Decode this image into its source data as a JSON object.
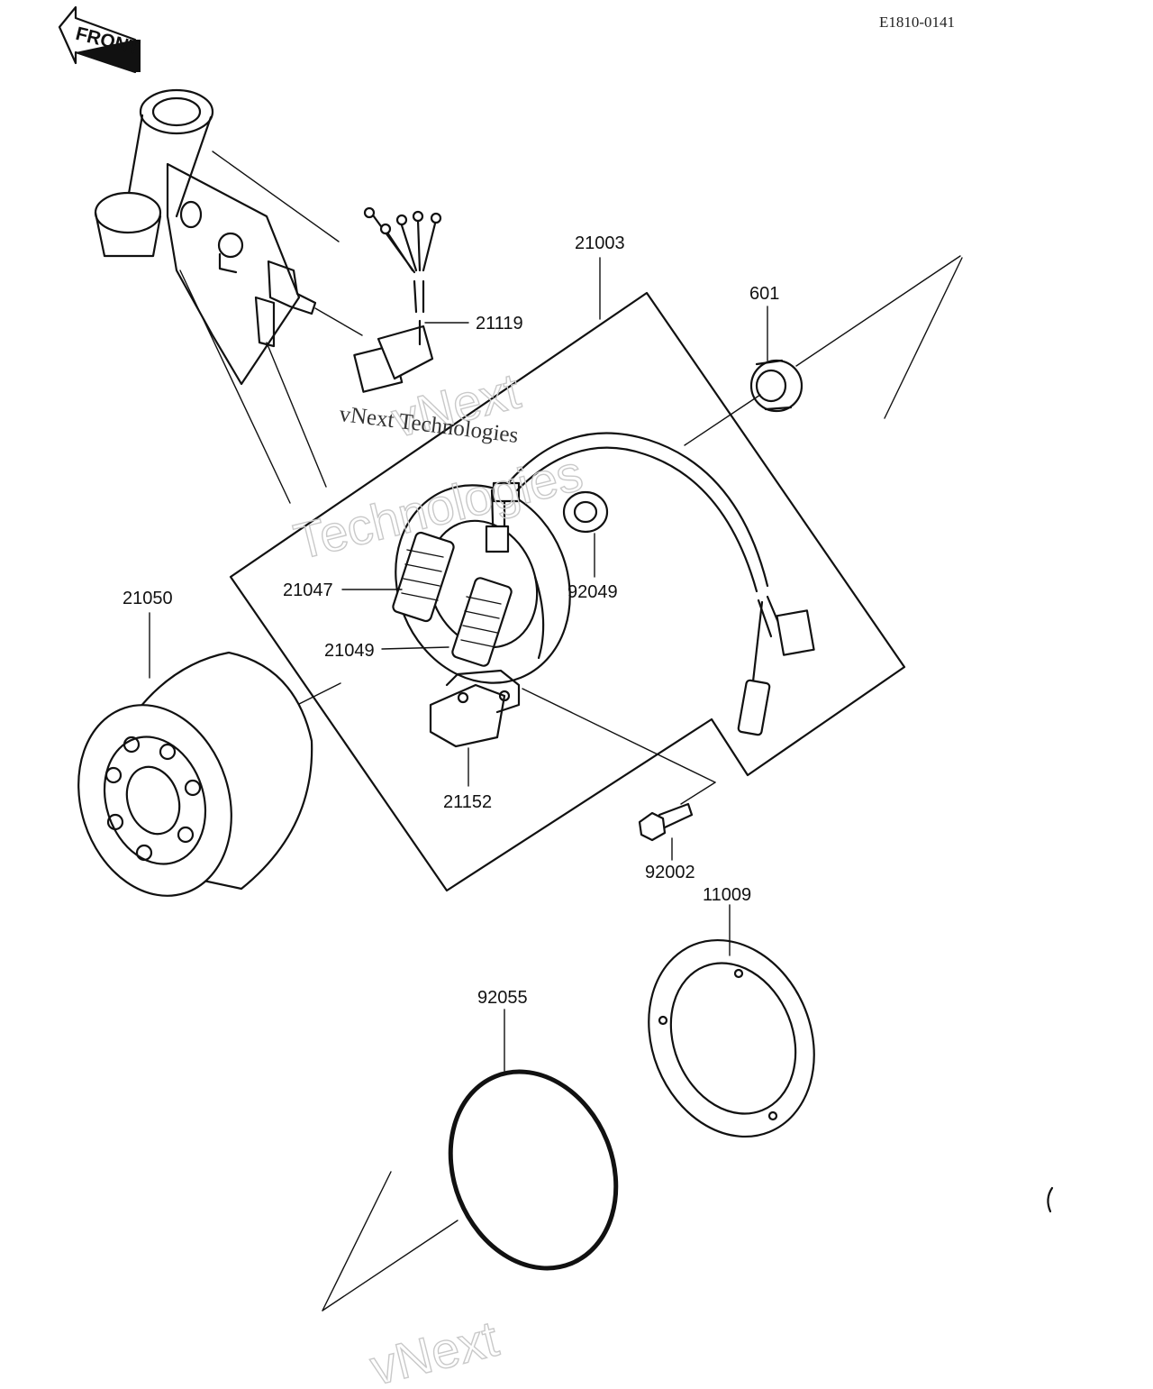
{
  "diagram": {
    "ref_code": "E1810-0141",
    "front_label": "FRONT",
    "watermark": {
      "main": "vNext Technologies",
      "ghost_top": "vNext",
      "ghost_mid": "Technologies",
      "ghost_bottom": "vNext"
    },
    "parts": [
      {
        "id": "p21003",
        "number": "21003"
      },
      {
        "id": "p21119",
        "number": "21119"
      },
      {
        "id": "p601",
        "number": "601"
      },
      {
        "id": "p21047",
        "number": "21047"
      },
      {
        "id": "p92049",
        "number": "92049"
      },
      {
        "id": "p21050",
        "number": "21050"
      },
      {
        "id": "p21049",
        "number": "21049"
      },
      {
        "id": "p21152",
        "number": "21152"
      },
      {
        "id": "p92002",
        "number": "92002"
      },
      {
        "id": "p11009",
        "number": "11009"
      },
      {
        "id": "p92055",
        "number": "92055"
      }
    ]
  }
}
